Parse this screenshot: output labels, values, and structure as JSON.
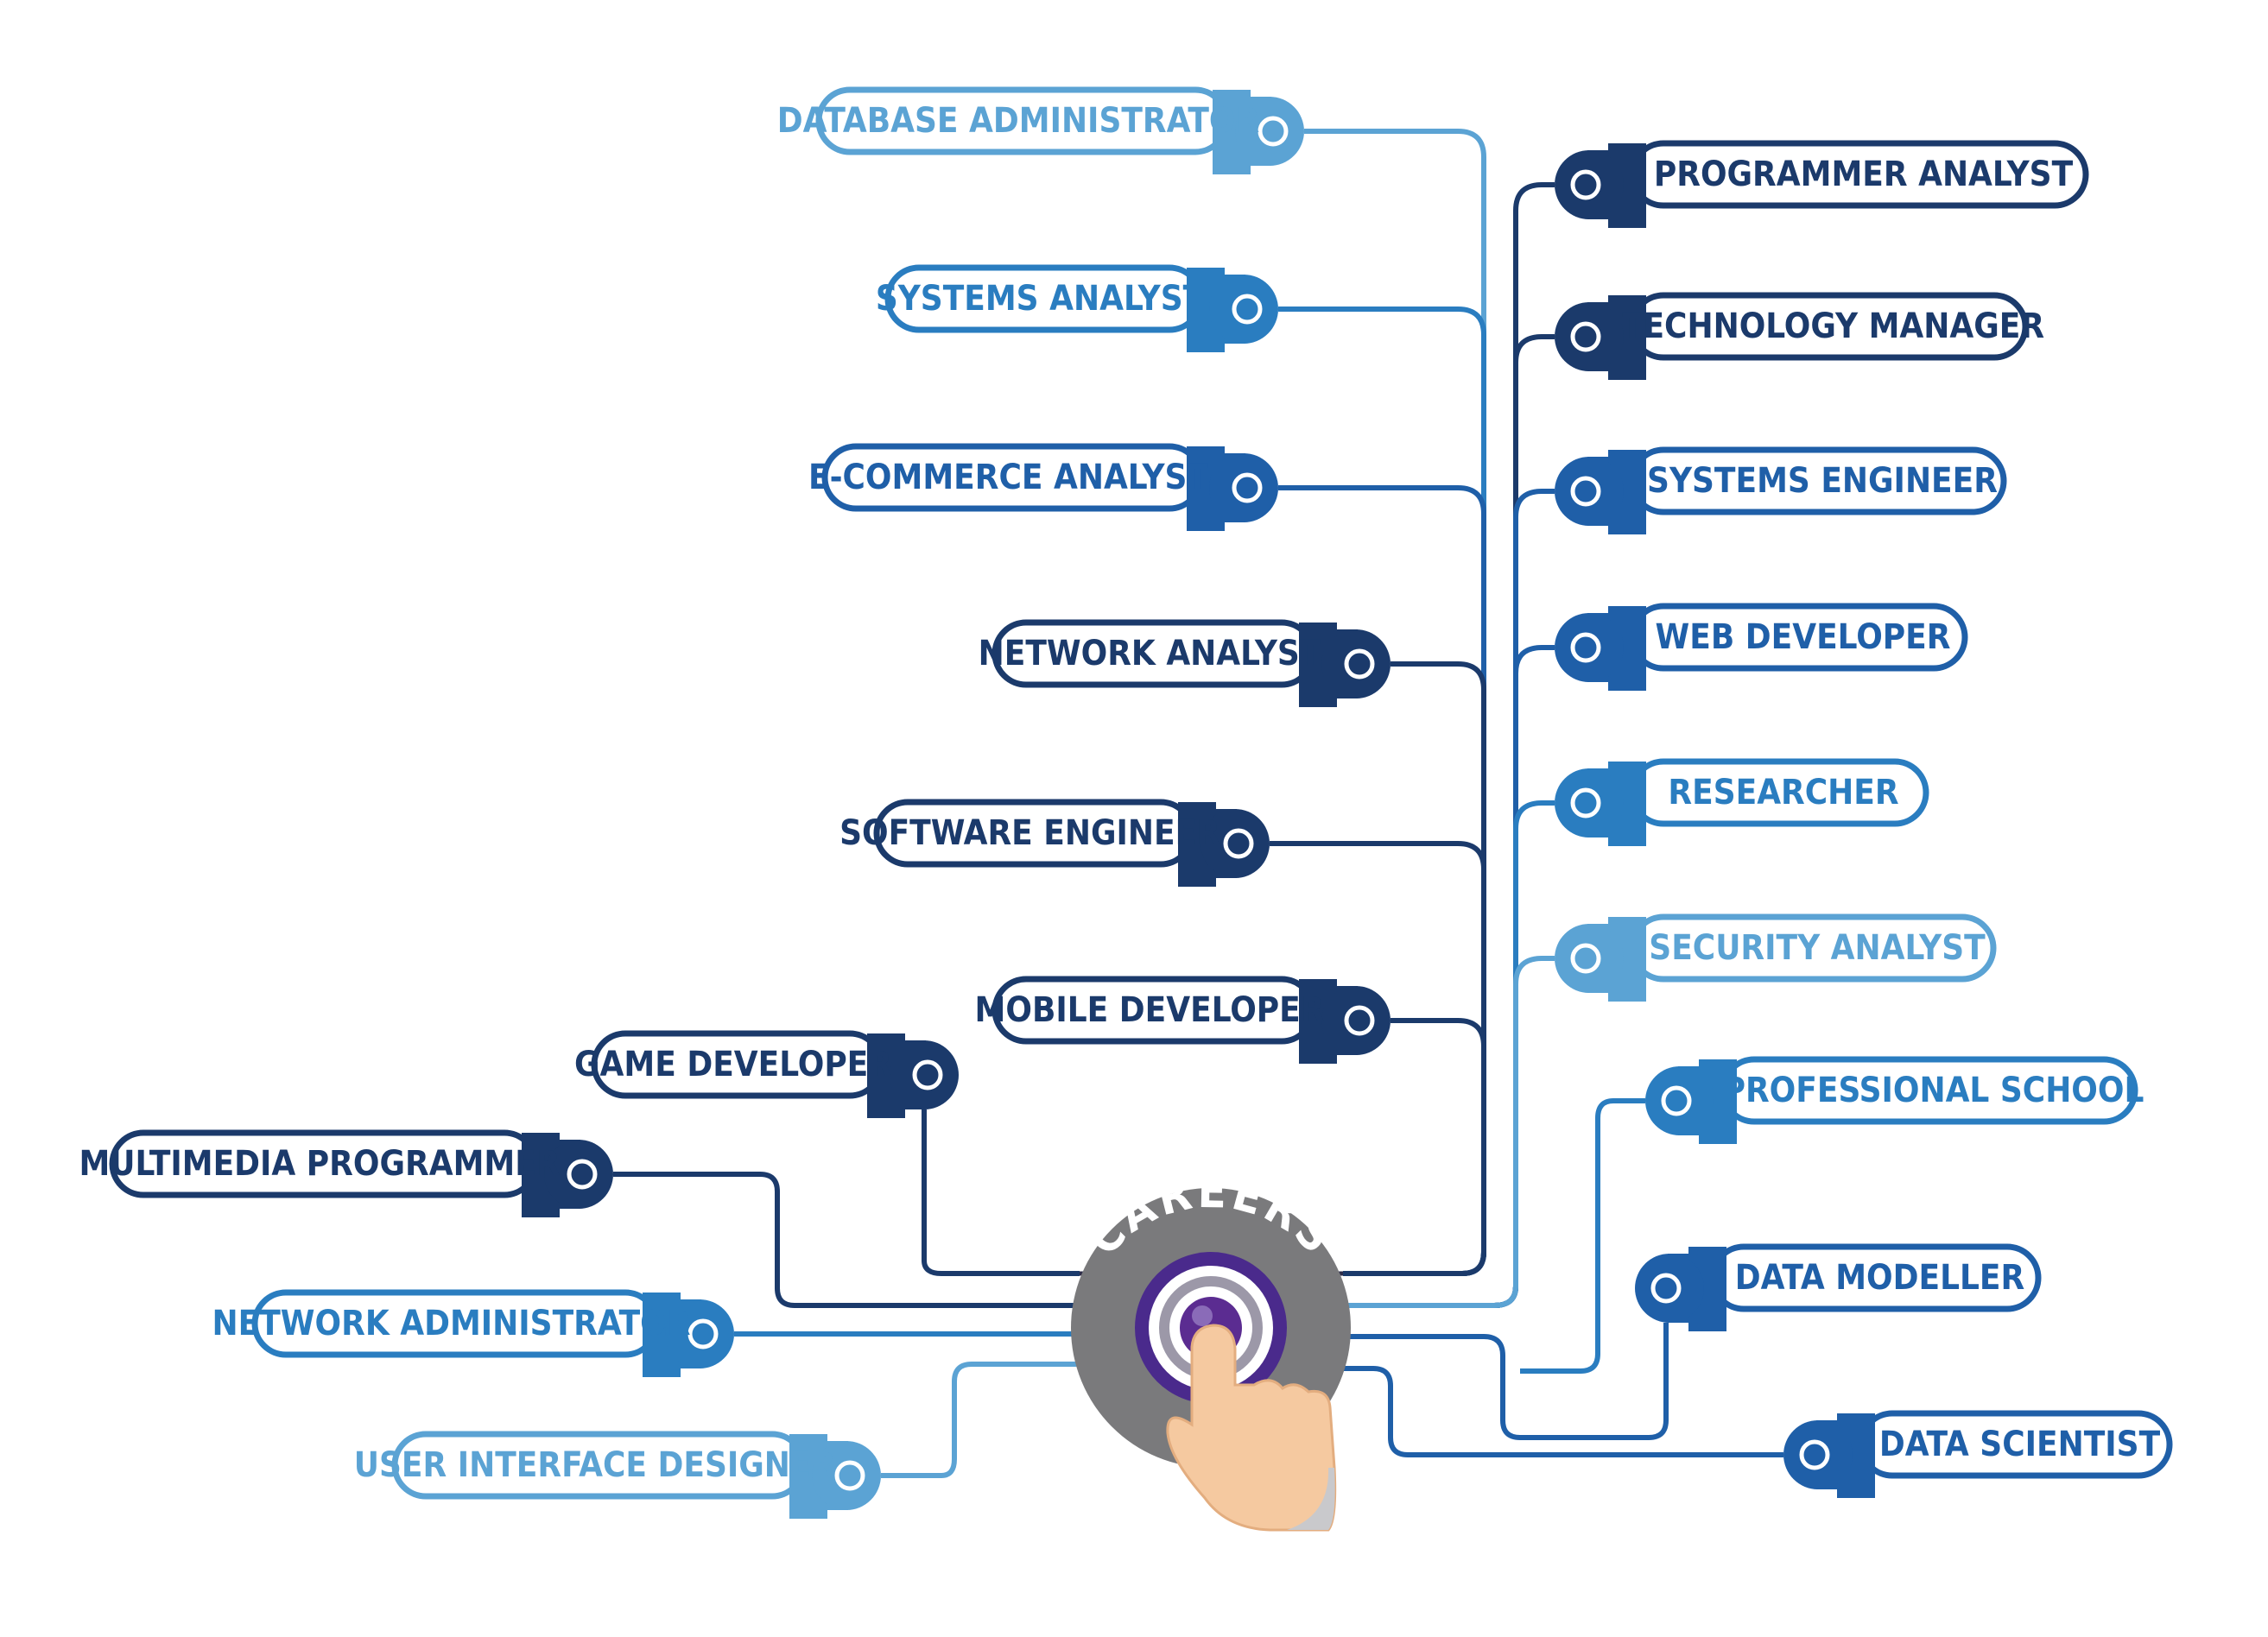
{
  "center": {
    "title": "CAREERS"
  },
  "colors": {
    "navy": "#1b3a6b",
    "blue": "#1f5fa8",
    "mid": "#2a7dc0",
    "light": "#5ba3d4",
    "indigo": "#2e2a6e",
    "purple": "#4a2a8c",
    "disc": "#7a7a7c"
  },
  "left_items": [
    {
      "id": "database-administrator",
      "label": "DATABASE ADMINISTRATOR",
      "color": "#5ba3d4"
    },
    {
      "id": "systems-analyst",
      "label": "SYSTEMS ANALYST",
      "color": "#2a7dc0"
    },
    {
      "id": "e-commerce-analyst",
      "label": "E-COMMERCE ANALYST",
      "color": "#1f5fa8"
    },
    {
      "id": "network-analyst",
      "label": "NETWORK ANALYST",
      "color": "#1b3a6b"
    },
    {
      "id": "software-engineer",
      "label": "SOFTWARE ENGINEER",
      "color": "#1b3a6b"
    },
    {
      "id": "mobile-developer",
      "label": "MOBILE DEVELOPER",
      "color": "#1b3a6b"
    },
    {
      "id": "game-developer",
      "label": "GAME DEVELOPER",
      "color": "#1b3a6b"
    },
    {
      "id": "multimedia-programmer",
      "label": "MULTIMEDIA PROGRAMMER",
      "color": "#1b3a6b"
    },
    {
      "id": "network-administrator",
      "label": "NETWORK ADMINISTRATOR",
      "color": "#2a7dc0"
    },
    {
      "id": "user-interface-designer",
      "label": "USER INTERFACE DESIGNER",
      "color": "#5ba3d4"
    }
  ],
  "right_items": [
    {
      "id": "programmer-analyst",
      "label": "PROGRAMMER ANALYST",
      "color": "#1b3a6b"
    },
    {
      "id": "technology-manager",
      "label": "TECHNOLOGY MANAGER",
      "color": "#1b3a6b"
    },
    {
      "id": "systems-engineer",
      "label": "SYSTEMS ENGINEER",
      "color": "#1f5fa8"
    },
    {
      "id": "web-developer",
      "label": "WEB DEVELOPER",
      "color": "#1f5fa8"
    },
    {
      "id": "researcher",
      "label": "RESEARCHER",
      "color": "#2a7dc0"
    },
    {
      "id": "security-analyst",
      "label": "SECURITY ANALYST",
      "color": "#5ba3d4"
    },
    {
      "id": "professional-school",
      "label": "PROFESSIONAL SCHOOL",
      "color": "#2a7dc0"
    },
    {
      "id": "data-modeller",
      "label": "DATA MODELLER",
      "color": "#1f5fa8"
    },
    {
      "id": "data-scientist",
      "label": "DATA SCIENTIST",
      "color": "#1f5fa8"
    }
  ]
}
